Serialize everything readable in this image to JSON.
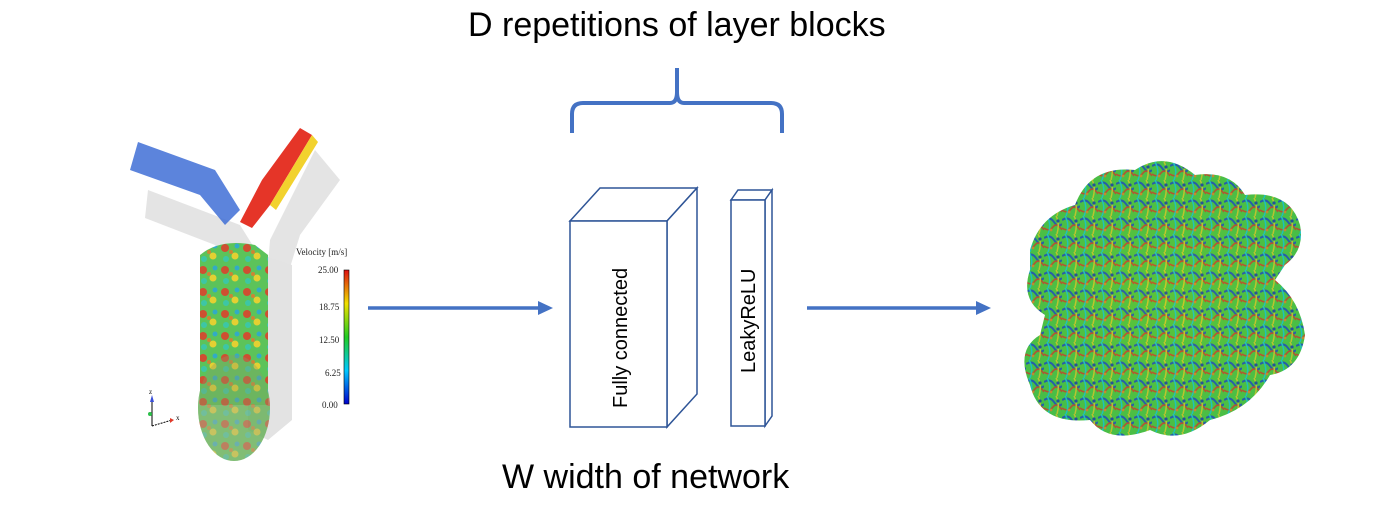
{
  "titles": {
    "top": "D repetitions of layer blocks",
    "bottom": "W width of network"
  },
  "blocks": [
    {
      "label": "Fully connected"
    },
    {
      "label": "LeakyReLU"
    }
  ],
  "input_figure": {
    "description": "CFD engine cylinder velocity field",
    "legend_title": "Velocity [m/s]",
    "legend_ticks": [
      "25.00",
      "18.75",
      "12.50",
      "6.25",
      "0.00"
    ],
    "axes": [
      "z",
      "y",
      "x"
    ]
  },
  "output_figure": {
    "description": "Turbulent flow streamlines cube"
  },
  "colors": {
    "accent": "#4472c4",
    "block_stroke": "#2f5597",
    "text": "#000000"
  }
}
